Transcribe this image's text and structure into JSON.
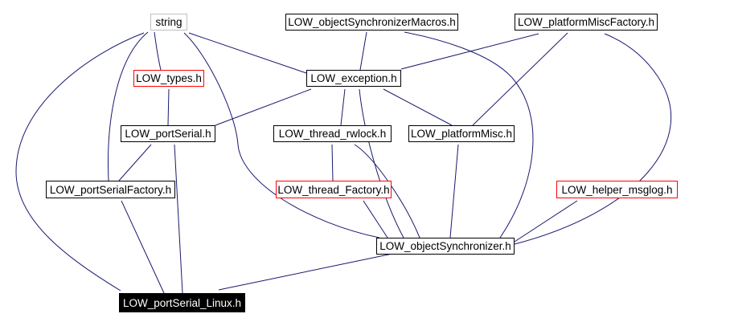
{
  "diagram": {
    "kind": "include-dependency-graph",
    "colors": {
      "background": "#ffffff",
      "edge": "#191970",
      "node_border": "#000000",
      "node_border_external": "#c0c0c0",
      "node_border_highlight": "#ff0000",
      "root_fill": "#000000",
      "root_text": "#ffffff"
    },
    "nodes": [
      {
        "id": "string",
        "label": "string",
        "style": "external"
      },
      {
        "id": "macros",
        "label": "LOW_objectSynchronizerMacros.h",
        "style": "normal"
      },
      {
        "id": "pmf",
        "label": "LOW_platformMiscFactory.h",
        "style": "normal"
      },
      {
        "id": "types",
        "label": "LOW_types.h",
        "style": "red"
      },
      {
        "id": "exception",
        "label": "LOW_exception.h",
        "style": "normal"
      },
      {
        "id": "portSerial",
        "label": "LOW_portSerial.h",
        "style": "normal"
      },
      {
        "id": "rwlock",
        "label": "LOW_thread_rwlock.h",
        "style": "normal"
      },
      {
        "id": "platformMisc",
        "label": "LOW_platformMisc.h",
        "style": "normal"
      },
      {
        "id": "psf",
        "label": "LOW_portSerialFactory.h",
        "style": "normal"
      },
      {
        "id": "tf",
        "label": "LOW_thread_Factory.h",
        "style": "red"
      },
      {
        "id": "msglog",
        "label": "LOW_helper_msglog.h",
        "style": "red"
      },
      {
        "id": "objSync",
        "label": "LOW_objectSynchronizer.h",
        "style": "normal"
      },
      {
        "id": "psl",
        "label": "LOW_portSerial_Linux.h",
        "style": "root"
      }
    ],
    "edges": [
      {
        "from": "types",
        "to": "string"
      },
      {
        "from": "exception",
        "to": "string"
      },
      {
        "from": "psf",
        "to": "string"
      },
      {
        "from": "psl",
        "to": "string"
      },
      {
        "from": "objSync",
        "to": "string"
      },
      {
        "from": "exception",
        "to": "macros"
      },
      {
        "from": "objSync",
        "to": "macros"
      },
      {
        "from": "exception",
        "to": "pmf"
      },
      {
        "from": "platformMisc",
        "to": "pmf"
      },
      {
        "from": "objSync",
        "to": "pmf"
      },
      {
        "from": "portSerial",
        "to": "types"
      },
      {
        "from": "portSerial",
        "to": "exception"
      },
      {
        "from": "rwlock",
        "to": "exception"
      },
      {
        "from": "platformMisc",
        "to": "exception"
      },
      {
        "from": "objSync",
        "to": "exception"
      },
      {
        "from": "tf",
        "to": "rwlock"
      },
      {
        "from": "objSync",
        "to": "rwlock"
      },
      {
        "from": "objSync",
        "to": "platformMisc"
      },
      {
        "from": "objSync",
        "to": "tf"
      },
      {
        "from": "objSync",
        "to": "msglog"
      },
      {
        "from": "psf",
        "to": "portSerial"
      },
      {
        "from": "psl",
        "to": "portSerial"
      },
      {
        "from": "psl",
        "to": "psf"
      },
      {
        "from": "psl",
        "to": "objSync"
      }
    ]
  }
}
